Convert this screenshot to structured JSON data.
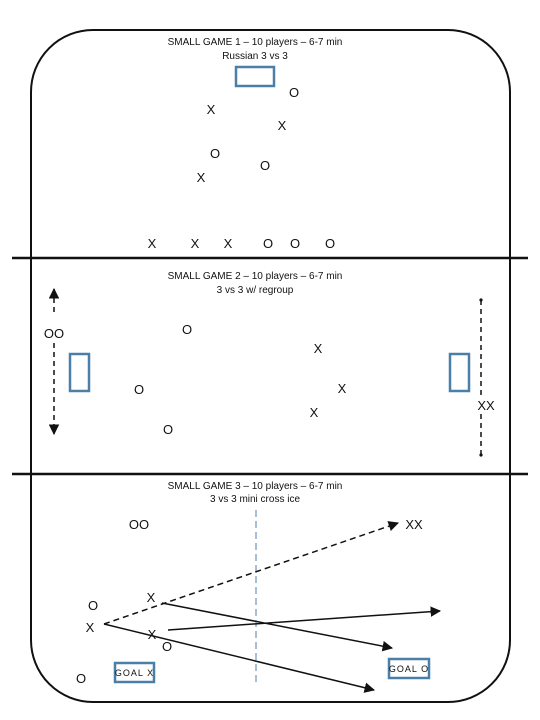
{
  "game1": {
    "title": "SMALL GAME 1 – 10 players – 6-7  min",
    "subtitle": "Russian 3 vs 3"
  },
  "game2": {
    "title": "SMALL GAME 2 – 10 players – 6-7  min",
    "subtitle": "3 vs 3 w/ regroup"
  },
  "game3": {
    "title": "SMALL GAME 3 – 10 players – 6-7  min",
    "subtitle": "3 vs 3 mini cross ice",
    "goal_x_label": "GOAL X",
    "goal_o_label": "GOAL O"
  },
  "markers": {
    "x": "X",
    "o": "O",
    "xx": "XX",
    "oo": "OO"
  },
  "colors": {
    "board": "#111111",
    "goal_frame": "#4a7fa8",
    "divider_dashed": "#8aa8c8"
  }
}
